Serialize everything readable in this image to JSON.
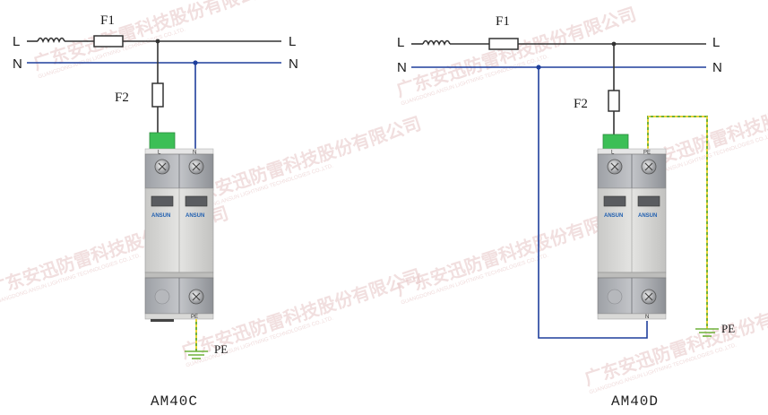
{
  "left": {
    "line_label_left": "L",
    "line_label_right": "L",
    "neutral_label_left": "N",
    "neutral_label_right": "N",
    "fuse1": "F1",
    "fuse2": "F2",
    "terminal_l": "L",
    "terminal_n": "N",
    "bottom_terminal": "PE",
    "brand": "ANSUN",
    "pe_label": "PE",
    "model": "AM40C"
  },
  "right": {
    "line_label_left": "L",
    "line_label_right": "L",
    "neutral_label_left": "N",
    "neutral_label_right": "N",
    "fuse1": "F1",
    "fuse2": "F2",
    "terminal_l": "L",
    "terminal_pe": "PE",
    "bottom_terminal": "N",
    "brand": "ANSUN",
    "pe_label": "PE",
    "model": "AM40D"
  },
  "watermark": {
    "text": "广东安迅防雷科技股份有限公司",
    "subtext": "GUANGDONG ANSUN LIGHTNING TECHNOLOGIES CO.,LTD."
  },
  "colors": {
    "wire": "#333333",
    "neutral": "#1f3f9c",
    "pe_green": "#6fb23a",
    "pe_yellow": "#e9d43a",
    "connector": "#3cbf56"
  }
}
